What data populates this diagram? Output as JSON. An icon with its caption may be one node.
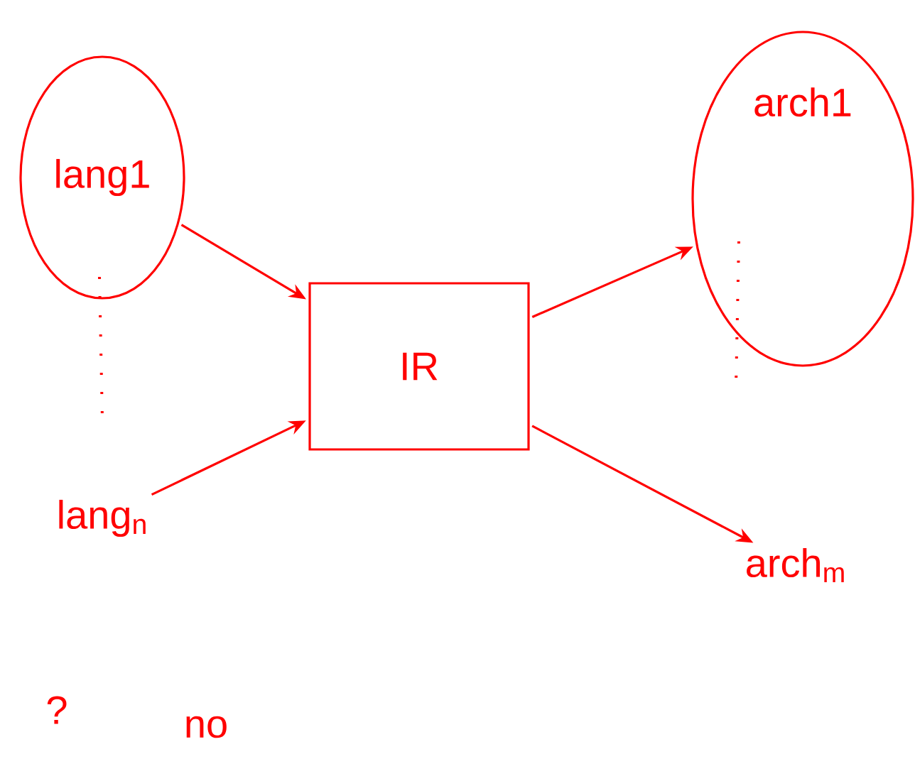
{
  "diagram": {
    "nodes": [
      {
        "text": [
          "lang1"
        ]
      },
      {
        "text": [
          "lang$_{n}$"
        ]
      },
      {
        "text": [
          "IR"
        ]
      },
      {
        "text": [
          "arch1"
        ]
      },
      {
        "text": [
          "arch$_{m}$"
        ]
      }
    ],
    "edges": [
      {
        "from": 0,
        "to": 2,
        "arrow": "to"
      },
      {
        "from": 1,
        "to": 2,
        "arrow": "to"
      },
      {
        "from": 2,
        "to": 3,
        "arrow": "to"
      },
      {
        "from": 2,
        "to": 4,
        "arrow": "to"
      }
    ],
    "labels": [
      "?",
      "no"
    ]
  }
}
